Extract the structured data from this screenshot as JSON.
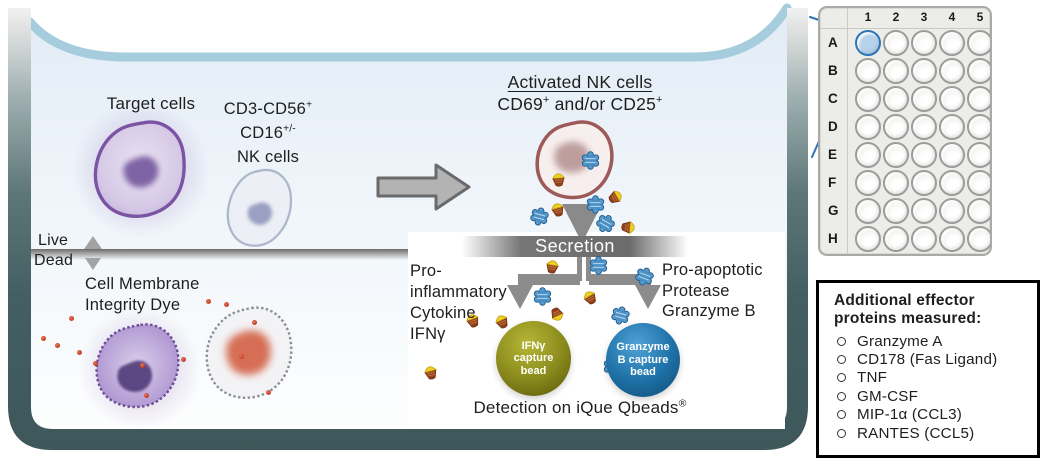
{
  "figure": {
    "well_diagram": {
      "target_cells_label": "Target cells",
      "nk_cells": {
        "line1": "CD3-CD56",
        "line1_sup": "+",
        "line2": "CD16",
        "line2_sup": "+/-",
        "line3": "NK cells"
      },
      "activated": {
        "title": "Activated NK cells",
        "sub1": "CD69",
        "sub1_sup": "+",
        "sub2": " and/or CD25",
        "sub2_sup": "+"
      },
      "live_label": "Live",
      "dead_label": "Dead",
      "membrane_dye_line1": "Cell Membrane",
      "membrane_dye_line2": "Integrity Dye",
      "secretion_label": "Secretion",
      "pro_inflammatory_lines": [
        "Pro-",
        "inflammatory",
        "Cytokine",
        "IFNγ"
      ],
      "pro_apoptotic_lines": [
        "Pro-apoptotic",
        "Protease",
        "Granzyme B"
      ],
      "ifny_bead_lines": [
        "IFNγ",
        "capture",
        "bead"
      ],
      "granzyme_bead_lines": [
        "Granzyme",
        "B capture",
        "bead"
      ],
      "detection_text": "Detection on iQue Qbeads",
      "detection_sup": "®"
    },
    "plate": {
      "col_labels": [
        "1",
        "2",
        "3",
        "4",
        "5"
      ],
      "row_labels": [
        "A",
        "B",
        "C",
        "D",
        "E",
        "F",
        "G",
        "H"
      ],
      "highlighted_well": "A1"
    },
    "info_box": {
      "title_line1": "Additional effector",
      "title_line2": "proteins measured:",
      "items": [
        "Granzyme A",
        "CD178 (Fas Ligand)",
        "TNF",
        "GM-CSF",
        "MIP-1α (CCL3)",
        "RANTES (CCL5)"
      ]
    },
    "icons": {
      "ifny_molecule": "yellow-cone",
      "granzyme_molecule": "blue-gear",
      "dye": "red-dot",
      "live_marker": "up-triangle",
      "dead_marker": "down-triangle",
      "flow": "right-arrow"
    },
    "colors": {
      "well_wall": "#3d575a",
      "meniscus": "#a6cddd",
      "callout_blue": "#2e75b6",
      "ifny_bead": "#8f8f1f",
      "granzyme_bead": "#1f72a8",
      "dye_dot": "#bd3a22",
      "arrow_gray": "#b3b3b3"
    }
  }
}
